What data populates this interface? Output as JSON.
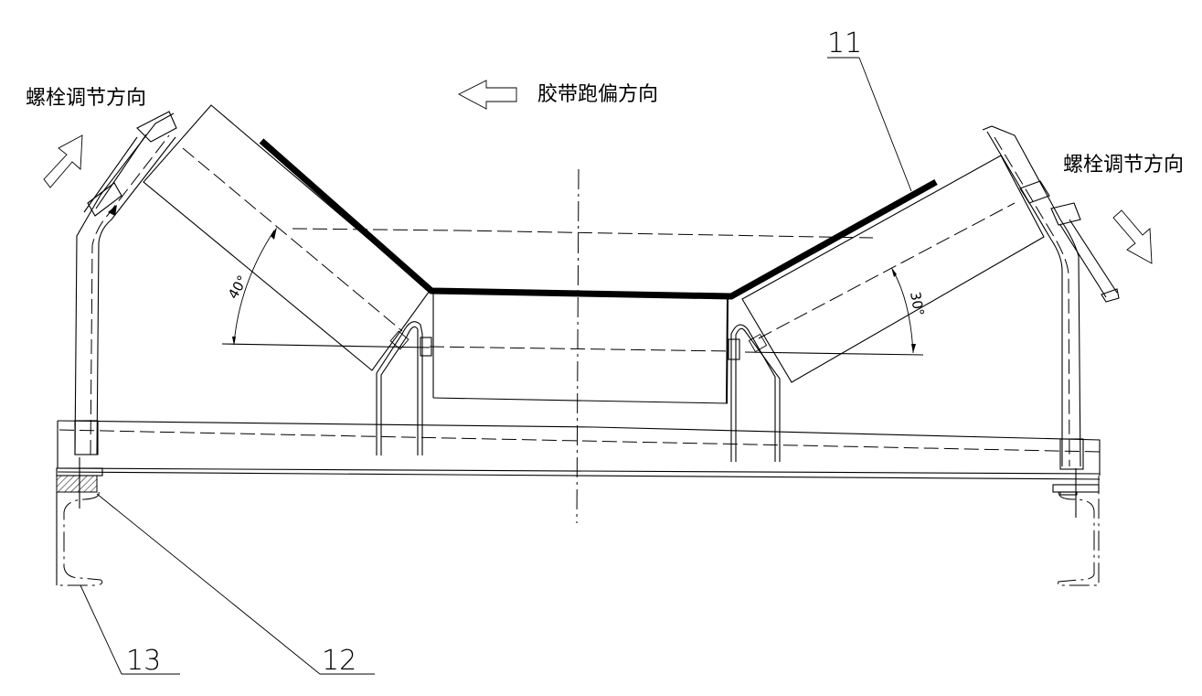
{
  "drawing": {
    "type": "troughed belt conveyor idler cross-section",
    "labels": {
      "bolt_adjust_left": "螺栓调节方向",
      "bolt_adjust_right": "螺栓调节方向",
      "belt_deviation": "胶带跑偏方向"
    },
    "angles": {
      "left": "40°",
      "right": "30°"
    },
    "part_numbers": {
      "belt": "11",
      "pad": "12",
      "channel": "13"
    },
    "arrows": {
      "left_adjust": "arrow-up-right",
      "right_adjust": "arrow-down-right",
      "belt_direction": "arrow-left"
    },
    "colors": {
      "line": "#000000",
      "background": "#ffffff"
    }
  }
}
